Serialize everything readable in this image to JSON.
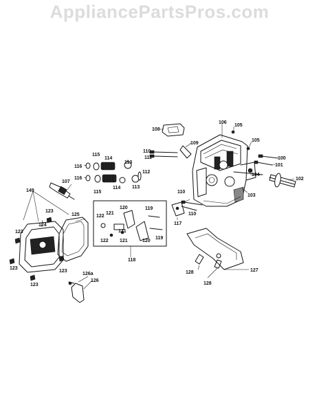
{
  "watermark": "AppliancePartsPros.com",
  "callouts": {
    "c100": "100",
    "c101": "101",
    "c102": "102",
    "c103": "103",
    "c104": "104",
    "c105": "105",
    "c105b": "105",
    "c106": "106",
    "c107": "107",
    "c108": "108",
    "c109": "109",
    "c110a": "110",
    "c110b": "110",
    "c110c": "110",
    "c111": "111",
    "c112": "112",
    "c113a": "113",
    "c113b": "113",
    "c114a": "114",
    "c114b": "114",
    "c115a": "115",
    "c115b": "115",
    "c116a": "116",
    "c116b": "116",
    "c117": "117",
    "c118": "118",
    "c119a": "119",
    "c119b": "119",
    "c120a": "120",
    "c120b": "120",
    "c121a": "121",
    "c121b": "121",
    "c122a": "122",
    "c122b": "122",
    "c123a": "123",
    "c123b": "123",
    "c123c": "123",
    "c123d": "123",
    "c123e": "123",
    "c124": "124",
    "c125": "125",
    "c126": "126",
    "c126a": "126a",
    "c127": "127",
    "c128a": "128",
    "c128b": "128",
    "c149": "149"
  }
}
